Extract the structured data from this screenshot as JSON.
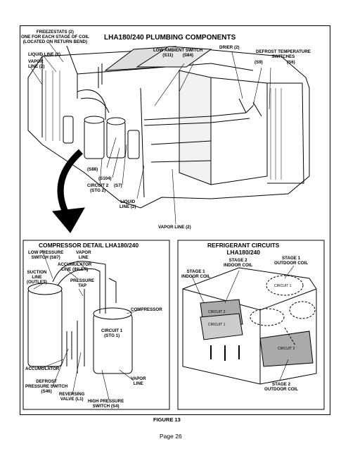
{
  "main": {
    "title": "LHA180/240 PLUMBING COMPONENTS",
    "labels": {
      "freezestats": "FREEZESTATS (2)\nONE FOR EACH STAGE OF COIL\n(LOCATED ON RETURN BEND)",
      "liquid_line_2": "LIQUID LINE (2)",
      "vapor_line_2": "VAPOR\nLINE (2)",
      "low_ambient": "LOW AMBIENT SWITCH\n(S11)        (S84)",
      "drier": "DRIER (2)",
      "defrost_temp": "DEFROST TEMPERATURE\nSWITCHES",
      "s9": "(S9)",
      "s6": "(S6)",
      "s88": "(S88)",
      "s104": "(S104)",
      "s7": "(S7)",
      "circuit2": "CIRCUIT 2\n(STG 2)",
      "liquid_line_2b": "LIQUID\nLINE (2)",
      "vapor_line_2b": "VAPOR LINE (2)"
    }
  },
  "compressor_detail": {
    "title": "COMPRESSOR DETAIL LHA180/240",
    "labels": {
      "low_pressure": "LOW PRESSURE\nSWITCH (S87)",
      "vapor_line": "VAPOR\nLINE",
      "accumulator_line": "ACCUMULATOR\nLINE (INLET)",
      "suction_line": "SUCTION\nLINE\n(OUTLET)",
      "pressure_tap": "PRESSURE\nTAP",
      "compressor": "COMPRESSOR",
      "circuit1": "CIRCUIT 1\n(STG 1)",
      "accumulator": "ACCUMULATOR",
      "defrost_pressure": "DEFROST\nPRESSURE SWITCH\n(S46)",
      "reversing_valve": "REVERSING\nVALVE (L1)",
      "vapor_line_b": "VAPOR\nLINE",
      "high_pressure": "HIGH PRESSURE\nSWITCH (S4)"
    }
  },
  "refrigerant": {
    "title": "REFRIGERANT CIRCUITS\nLHA180/240",
    "labels": {
      "stage1_outdoor": "STAGE 1\nOUTDOOR COIL",
      "stage2_indoor": "STAGE 2\nINDOOR COIL",
      "stage1_indoor": "STAGE 1\nINDOOR COIL",
      "circuit1_a": "CIRCUIT 1",
      "circuit2_a": "CIRCUIT 2",
      "circuit1_b": "CIRCUIT 1",
      "circuit2_b": "CIRCUIT 2",
      "stage2_outdoor": "STAGE 2\nOUTDOOR COIL"
    }
  },
  "figure_caption": "FIGURE 13",
  "page_number": "Page 26"
}
